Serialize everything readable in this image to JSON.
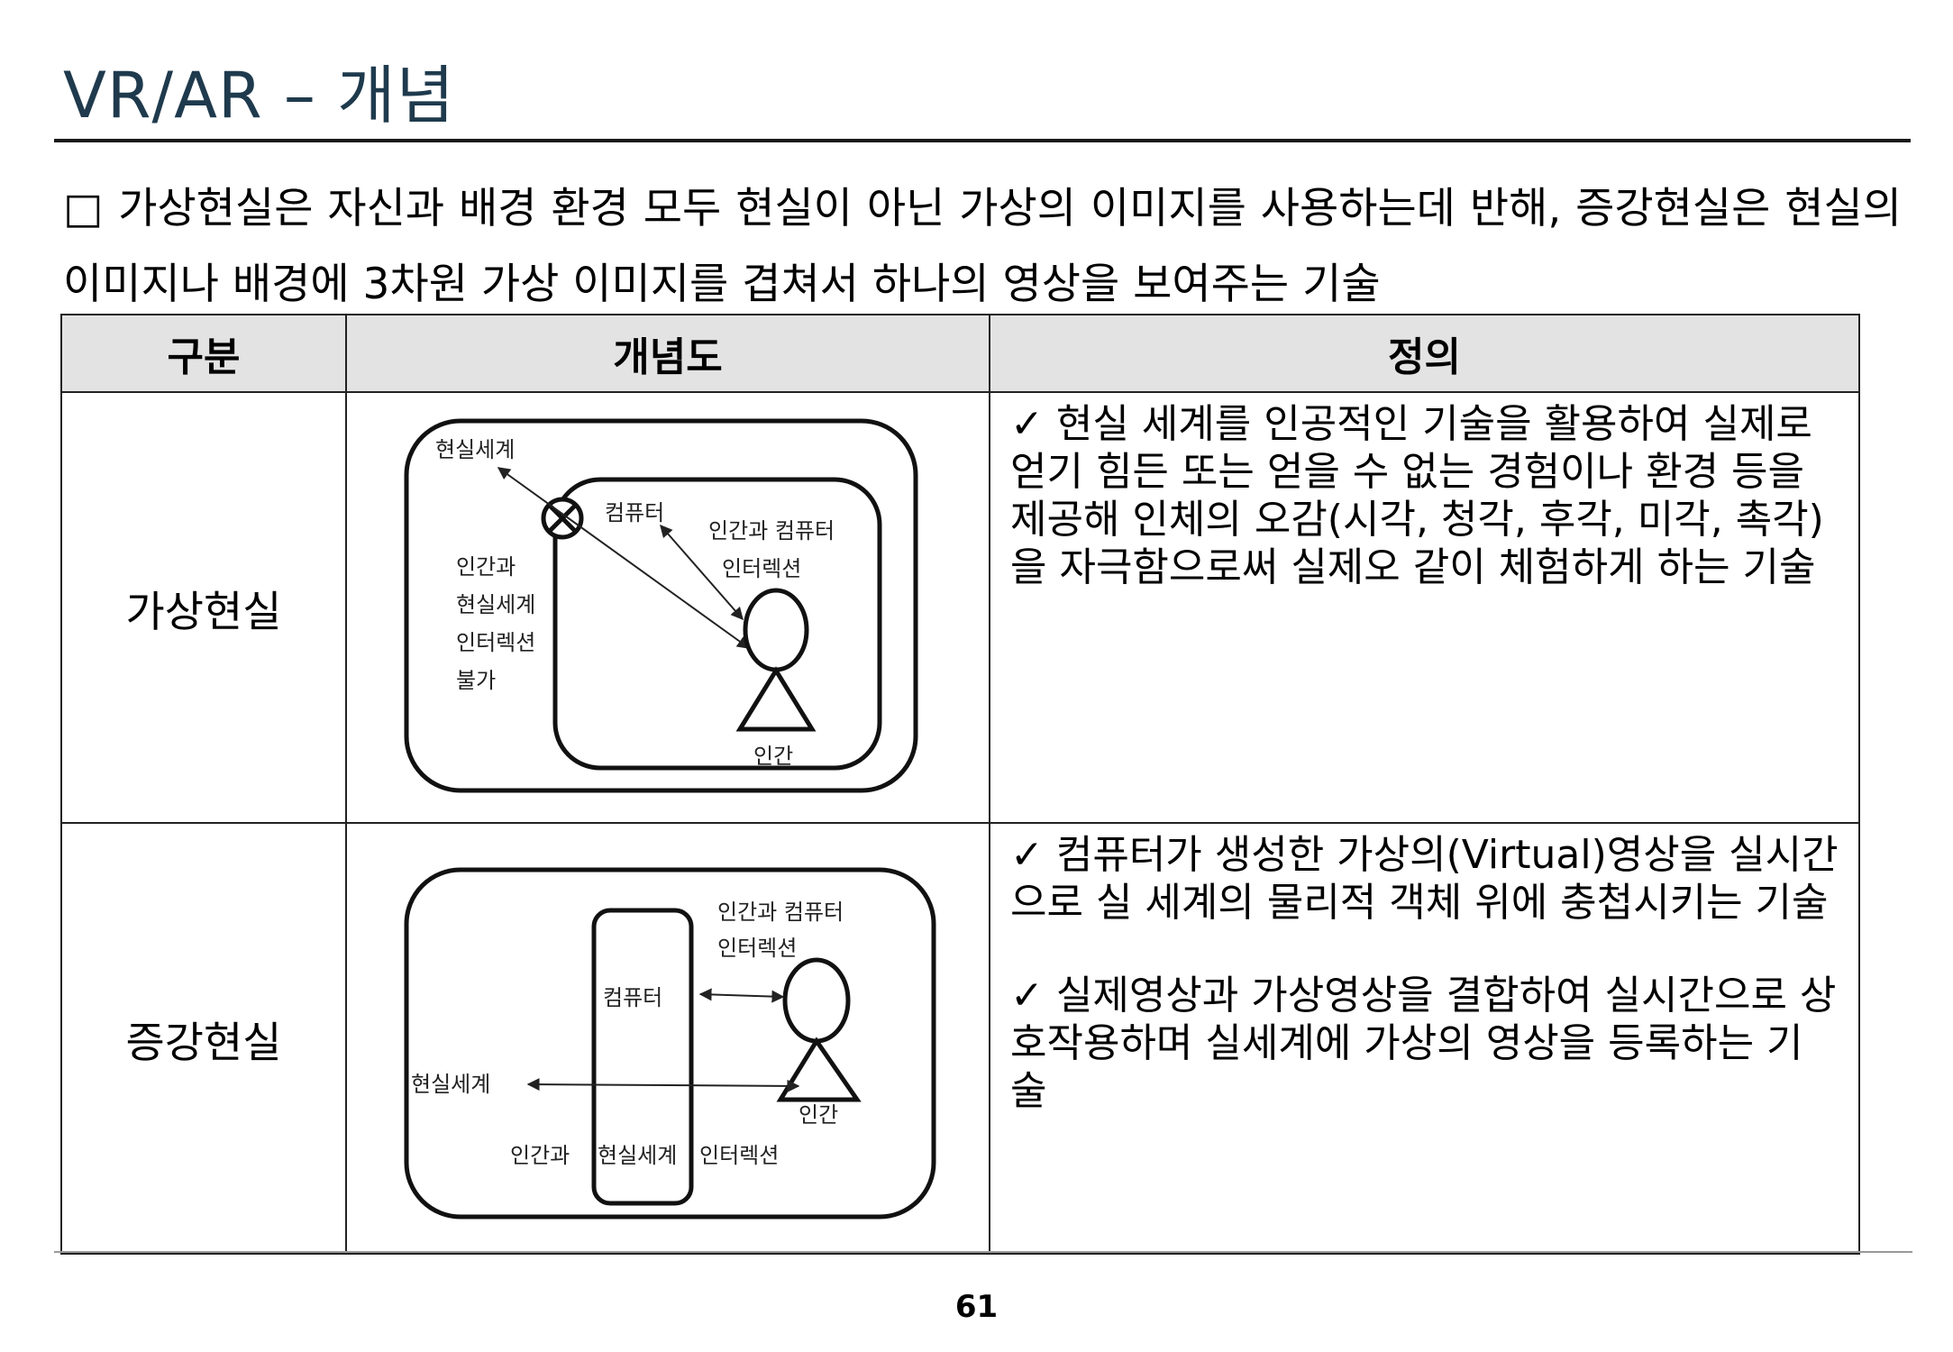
{
  "title": "VR/AR – 개념",
  "intro": "□ 가상현실은 자신과 배경 환경 모두 현실이 아닌 가상의 이미지를 사용하는데 반해, 증강현실은 현실의 이미지나 배경에 3차원 가상 이미지를 겹쳐서 하나의 영상을 보여주는 기술",
  "table": {
    "headers": [
      "구분",
      "개념도",
      "정의"
    ],
    "rows": [
      {
        "category": "가상현실",
        "definitions": [
          "✓ 현실 세계를 인공적인 기술을 활용하여 실제로 얻기 힘든 또는 얻을 수 없는 경험이나 환경 등을 제공해 인체의 오감(시각, 청각, 후각, 미각, 촉각)을 자극함으로써 실제오 같이 체험하게 하는 기술"
        ],
        "diagram": {
          "real_world": "현실세계",
          "computer": "컴퓨터",
          "hc_1": "인간과 컴퓨터",
          "hc_2": "인터렉션",
          "no_1": "인간과",
          "no_2": "현실세계",
          "no_3": "인터렉션",
          "no_4": "불가",
          "human": "인간"
        }
      },
      {
        "category": "증강현실",
        "definitions": [
          "✓ 컴퓨터가 생성한 가상의(Virtual)영상을 실시간으로 실 세계의 물리적 객체 위에 충첩시키는 기술",
          "✓ 실제영상과 가상영상을 결합하여 실시간으로 상호작용하며 실세계에 가상의 영상을 등록하는 기술"
        ],
        "diagram": {
          "hc_1": "인간과 컴퓨터",
          "hc_2": "인터렉션",
          "computer": "컴퓨터",
          "real_world": "현실세계",
          "human": "인간",
          "hr_1": "인간과",
          "hr_2": "현실세계",
          "hr_3": "인터렉션"
        }
      }
    ]
  },
  "page_number": "61"
}
